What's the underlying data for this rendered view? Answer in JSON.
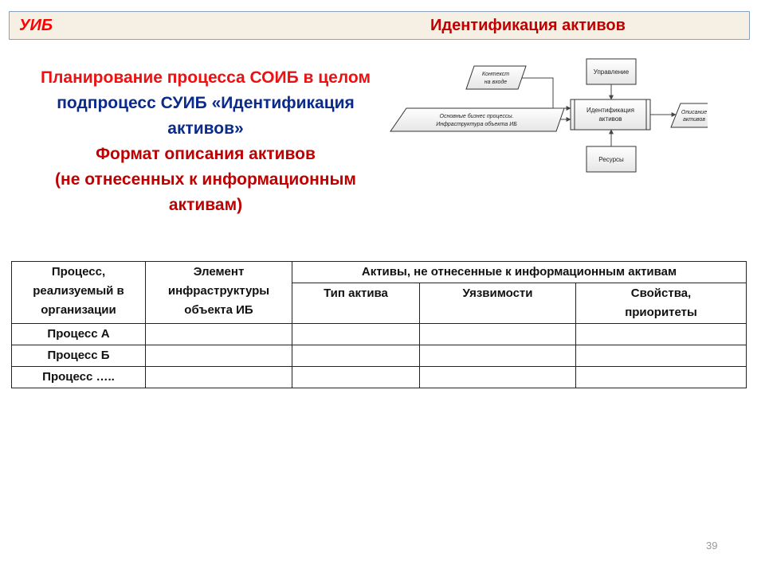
{
  "header": {
    "left": "УИБ",
    "right": "Идентификация активов"
  },
  "title": {
    "line1": "Планирование  процесса СОИБ  в целом",
    "line2": "подпроцесс СУИБ «Идентификация",
    "line3": "активов»",
    "line4": "Формат описания  активов",
    "line5": "(не отнесенных к информационным",
    "line6": "активам)"
  },
  "diagram": {
    "context": [
      "Контекст",
      "на входе"
    ],
    "business": [
      "Основные бизнес процессы.",
      "Инфраструктура объекта ИБ"
    ],
    "control": "Управление",
    "center": [
      "Идентификация",
      "активов"
    ],
    "resources": "Ресурсы",
    "output": [
      "Описание",
      "активов"
    ]
  },
  "table": {
    "col1": [
      "Процесс,",
      "реализуемый в",
      "организации"
    ],
    "col2": [
      "Элемент",
      "инфраструктуры",
      "объекта ИБ"
    ],
    "group": "Активы, не отнесенные к информационным  активам",
    "sub1": "Тип актива",
    "sub2": "Уязвимости",
    "sub3": [
      "Свойства,",
      "приоритеты"
    ],
    "rows": [
      "Процесс А",
      "Процесс Б",
      "Процесс ….."
    ]
  },
  "page_number": "39"
}
